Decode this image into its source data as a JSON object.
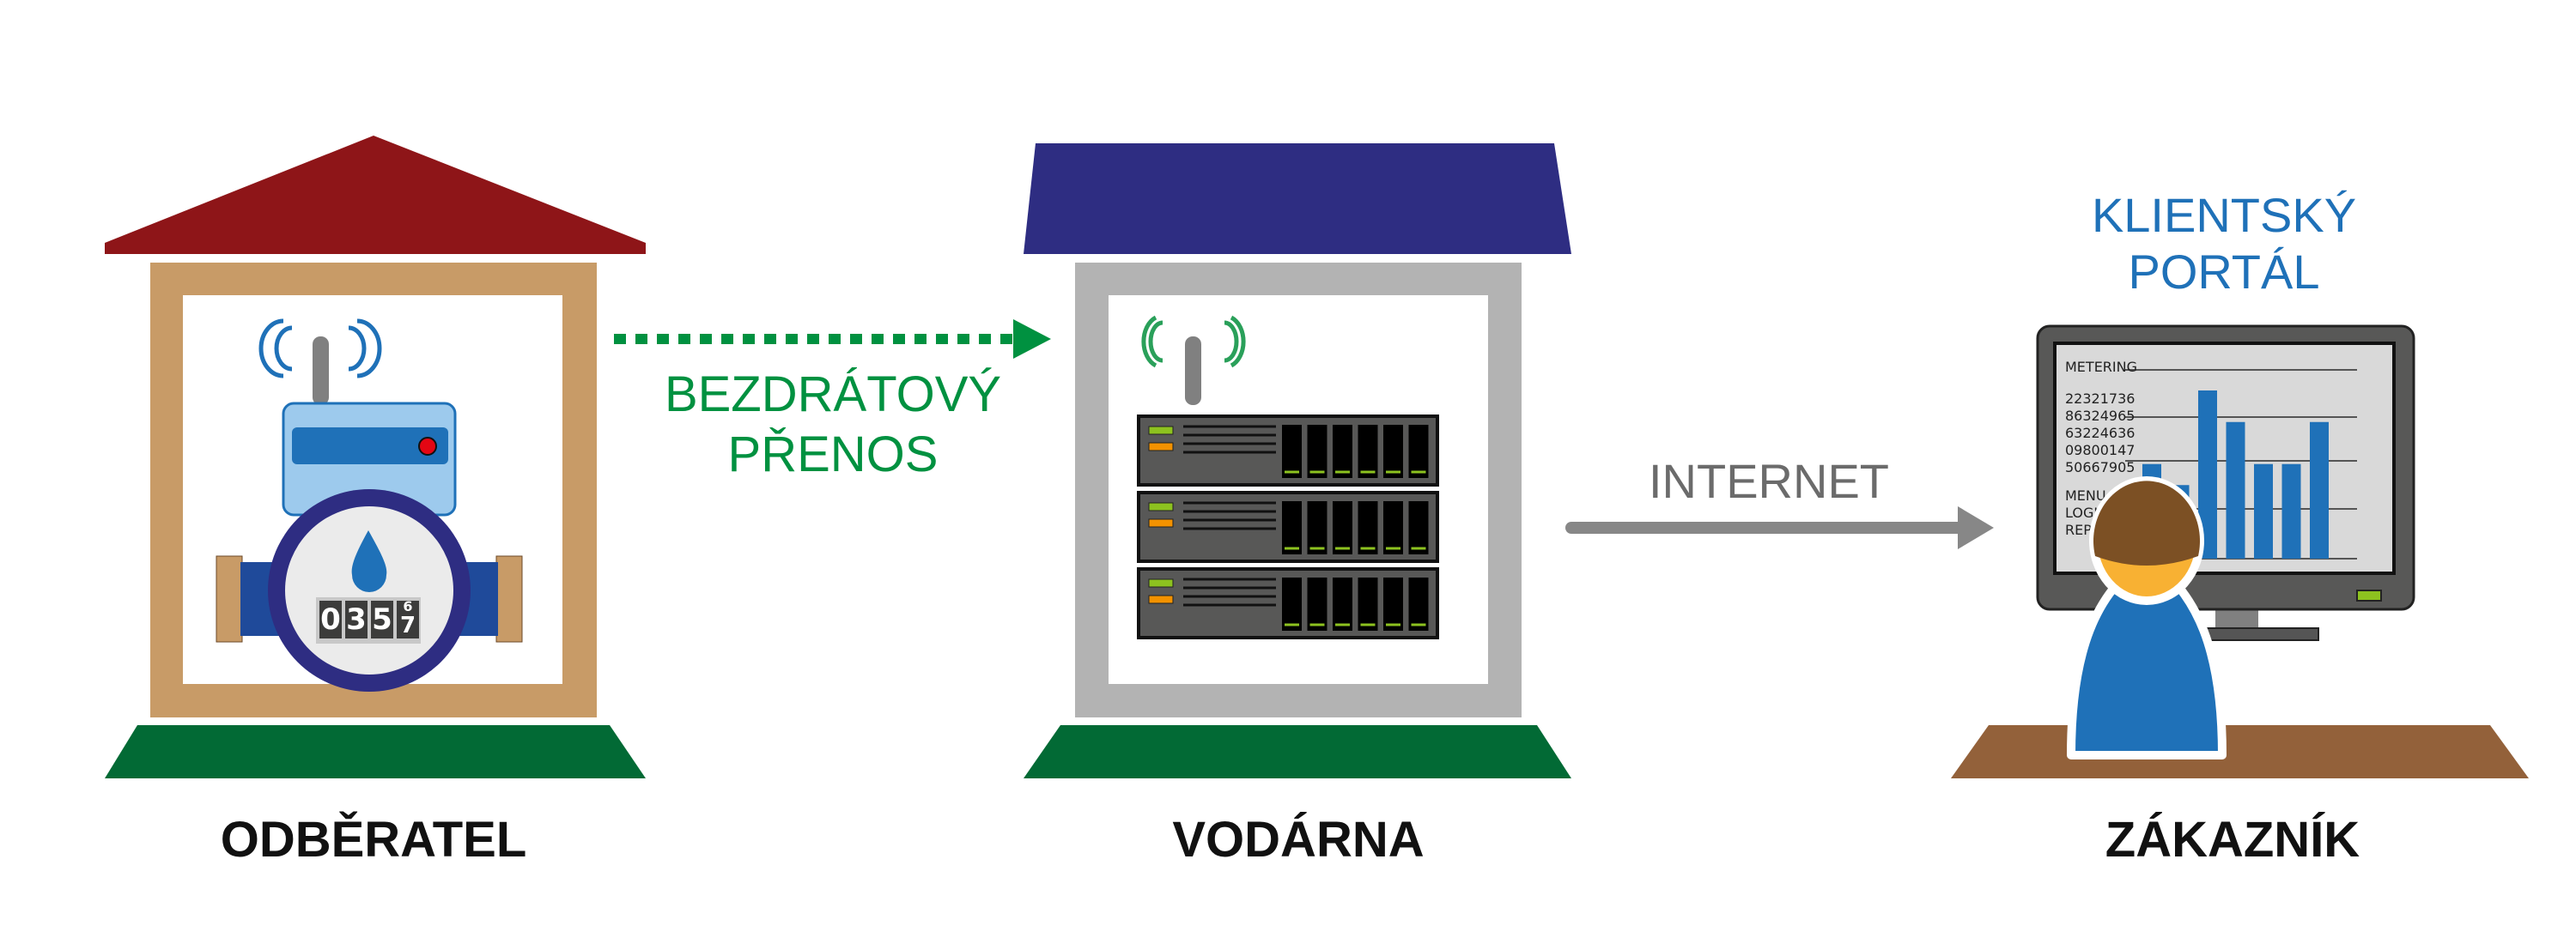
{
  "labels": {
    "consumer": "ODBĚRATEL",
    "waterworks": "VODÁRNA",
    "customer": "ZÁKAZNÍK",
    "wireless_line1": "BEZDRÁTOVÝ",
    "wireless_line2": "PŘENOS",
    "internet": "INTERNET",
    "portal_line1": "KLIENTSKÝ",
    "portal_line2": "PORTÁL"
  },
  "meter": {
    "digits": [
      "0",
      "3",
      "5"
    ],
    "rolling_digit_top": "6",
    "rolling_digit_bottom": "7"
  },
  "screen": {
    "title": "METERING",
    "numbers": [
      "22321736",
      "86324965",
      "63224636",
      "09800147",
      "50667905"
    ],
    "menu": [
      "MENU",
      "LOGI",
      "REP"
    ],
    "bar_values": [
      4.5,
      3.5,
      8,
      6.5,
      4.5,
      4.5,
      6.5
    ]
  },
  "colors": {
    "roof_red": "#8e1518",
    "roof_blue": "#2e2d82",
    "house_tan": "#c89b67",
    "house_gray": "#b3b3b3",
    "ground_green": "#026a35",
    "wireless_green": "#009140",
    "portal_blue": "#1f71b8",
    "desk_brown": "#93613a"
  }
}
